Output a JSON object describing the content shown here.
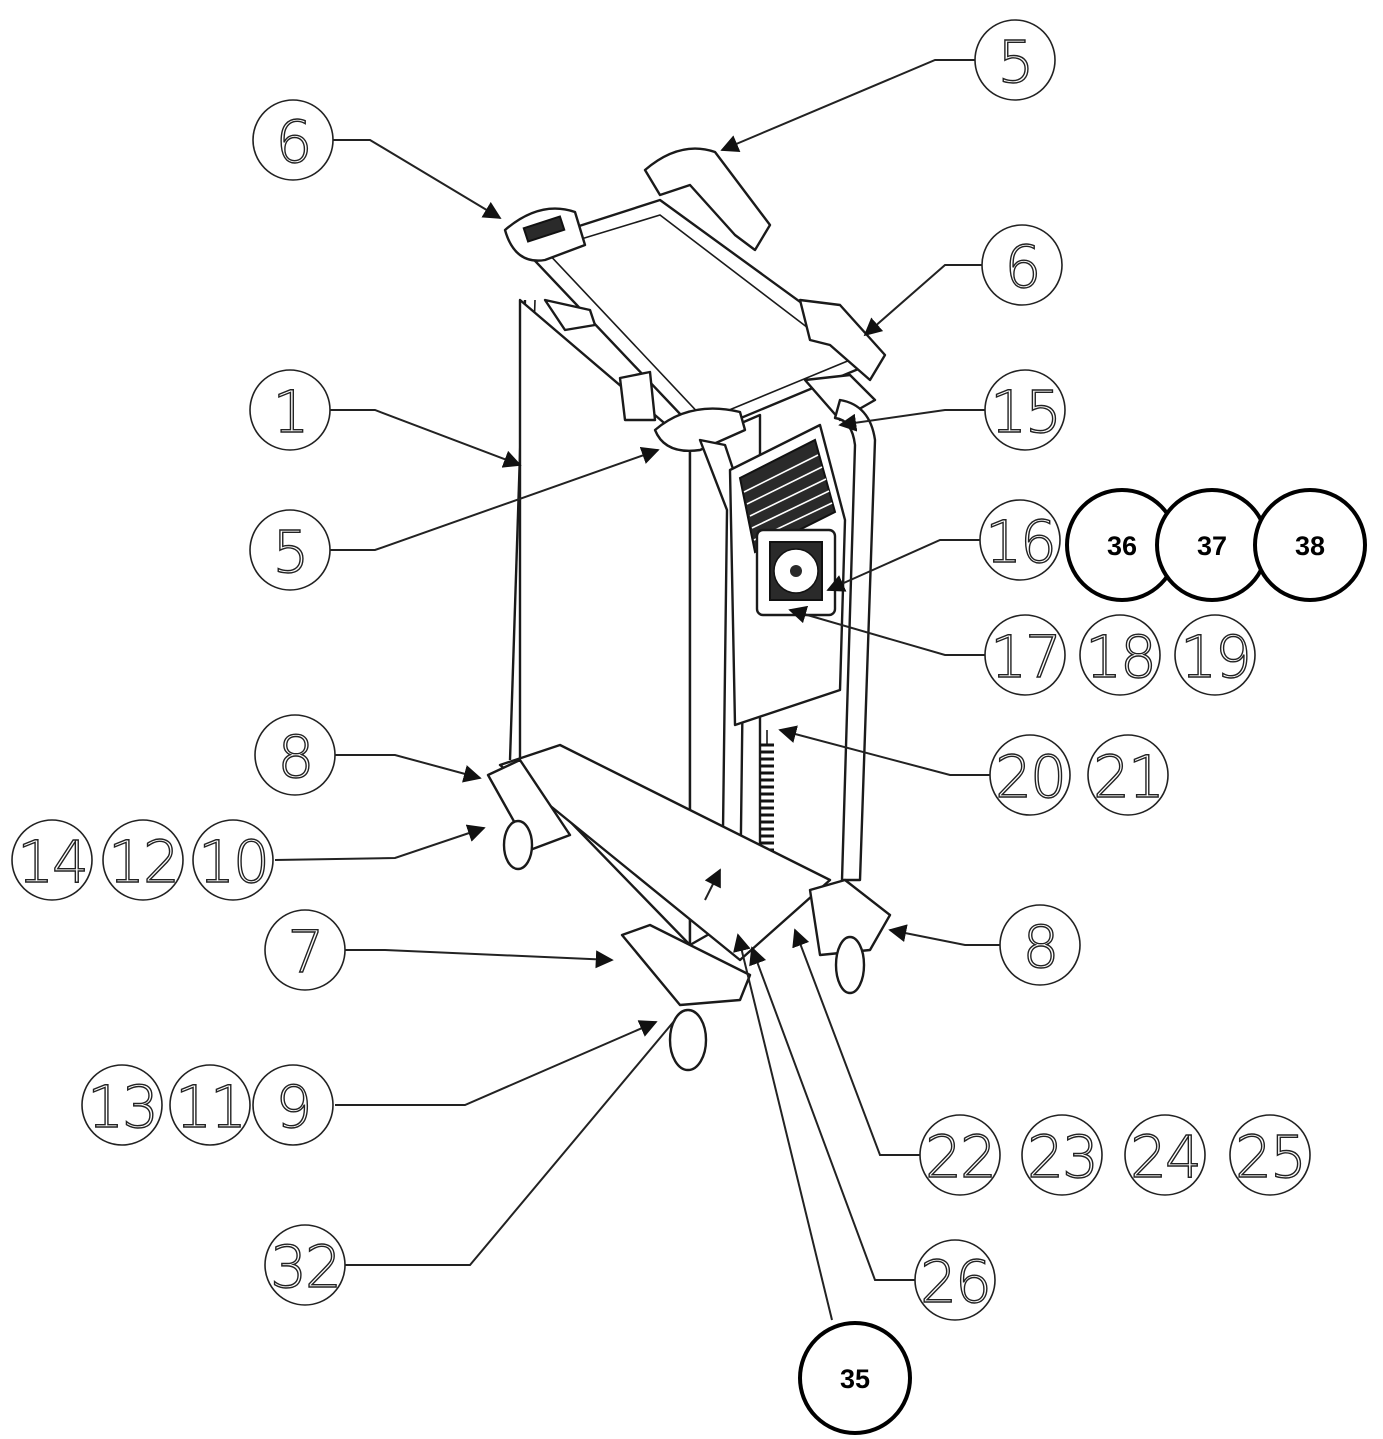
{
  "labels": {
    "b6a": "6",
    "b5a": "5",
    "b6b": "6",
    "b1": "1",
    "b15": "15",
    "b5b": "5",
    "b16": "16",
    "b36": "36",
    "b37": "37",
    "b38": "38",
    "b17": "17",
    "b18": "18",
    "b19": "19",
    "b8a": "8",
    "b20": "20",
    "b21": "21",
    "b14": "14",
    "b12": "12",
    "b10": "10",
    "b7": "7",
    "b8b": "8",
    "b13": "13",
    "b11": "11",
    "b9": "9",
    "b22": "22",
    "b23": "23",
    "b24": "24",
    "b25": "25",
    "b32": "32",
    "b26": "26",
    "b35": "35"
  },
  "colors": {
    "line": "#222222",
    "fill": "#ffffff",
    "dark": "#2a2a2a"
  }
}
